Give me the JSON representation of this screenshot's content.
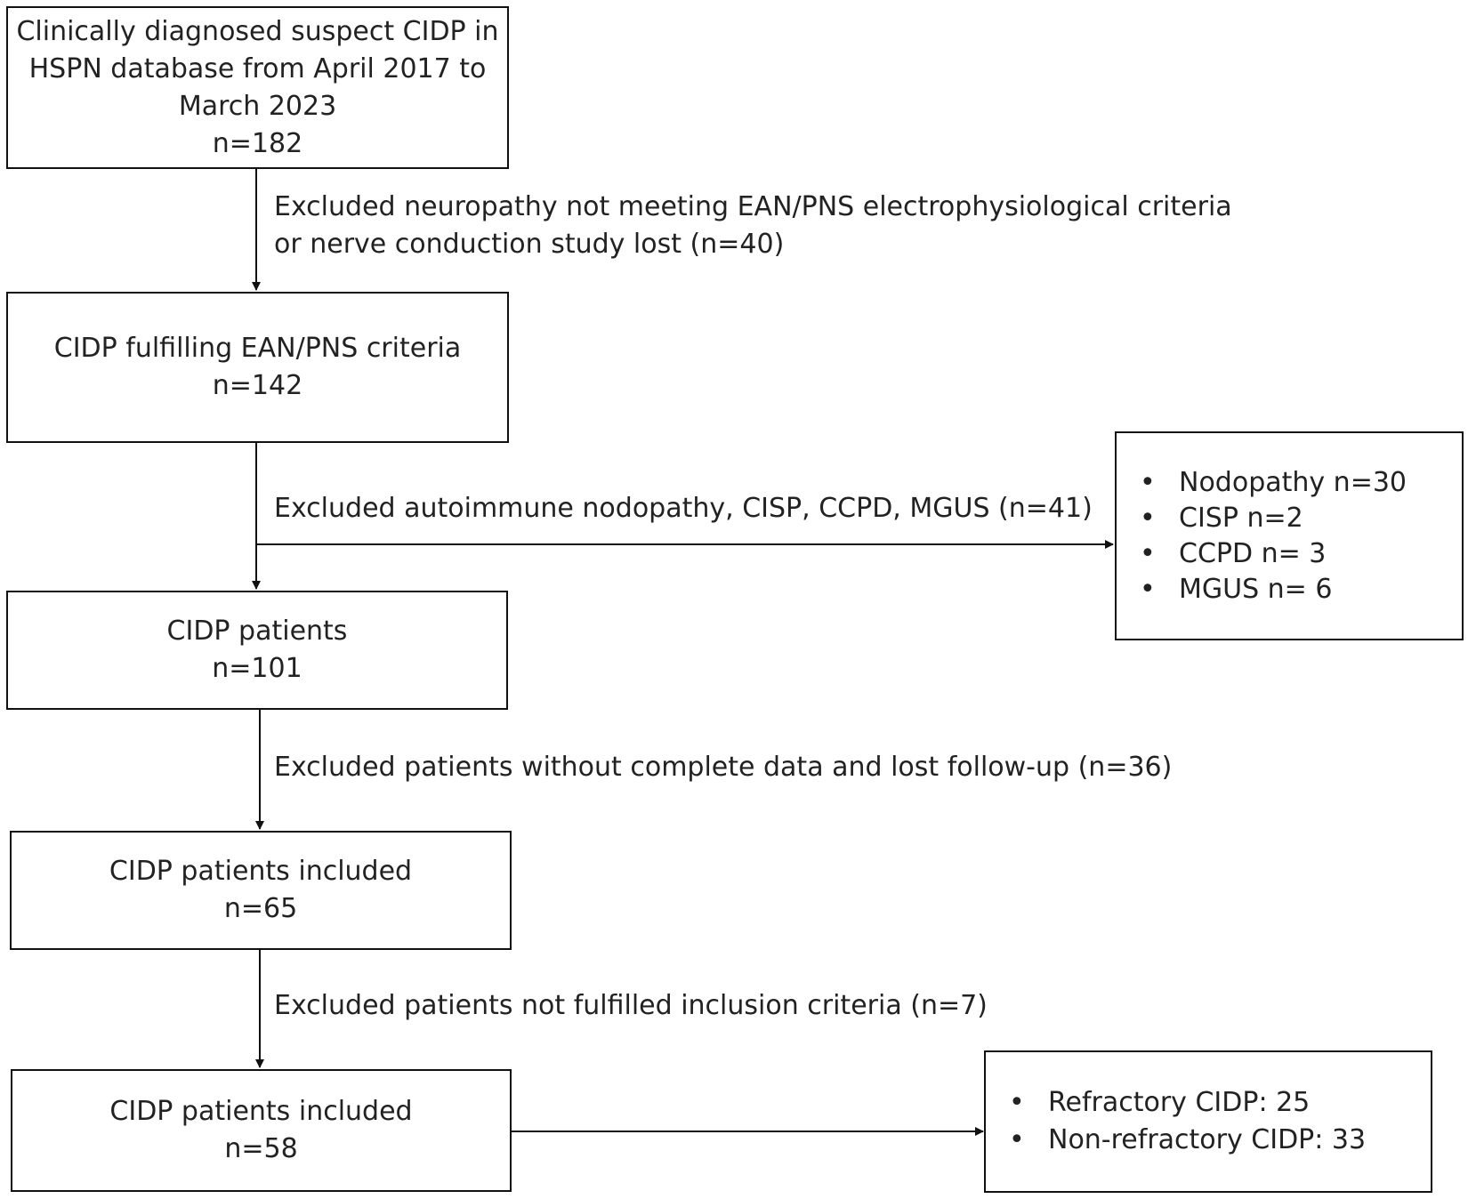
{
  "boxes": {
    "b1": {
      "lines": [
        "Clinically diagnosed suspect CIDP in",
        "HSPN database from April 2017 to",
        "March 2023",
        "n=182"
      ]
    },
    "b2": {
      "lines": [
        "CIDP fulfilling EAN/PNS criteria",
        "n=142"
      ]
    },
    "b3": {
      "lines": [
        "CIDP patients",
        "n=101"
      ]
    },
    "b4": {
      "lines": [
        "CIDP patients included",
        "n=65"
      ]
    },
    "b5": {
      "lines": [
        "CIDP patients included",
        "n=58"
      ]
    }
  },
  "exclusions": {
    "e1": {
      "lines": [
        "Excluded neuropathy not meeting EAN/PNS electrophysiological criteria",
        "or nerve conduction study lost (n=40)"
      ]
    },
    "e2": {
      "lines": [
        "Excluded autoimmune nodopathy, CISP, CCPD, MGUS (n=41)"
      ]
    },
    "e3": {
      "lines": [
        "Excluded patients without complete data and lost follow-up (n=36)"
      ]
    },
    "e4": {
      "lines": [
        "Excluded patients not fulfilled inclusion criteria (n=7)"
      ]
    }
  },
  "side_lists": {
    "exclusion_breakdown": {
      "bullet": "•",
      "items": [
        "Nodopathy n=30",
        "CISP n=2",
        "CCPD n= 3",
        "MGUS n= 6"
      ]
    },
    "outcome_breakdown": {
      "bullet": "•",
      "items": [
        "Refractory CIDP: 25",
        "Non-refractory CIDP: 33"
      ]
    }
  }
}
